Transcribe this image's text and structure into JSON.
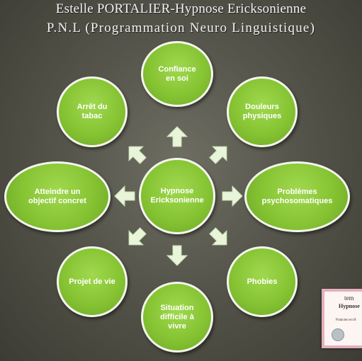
{
  "header": {
    "title_line1": "Estelle PORTALIER-Hypnose Ericksonienne",
    "title_line2": "P.N.L (Programmation Neuro Linguistique)"
  },
  "diagram": {
    "center": {
      "line1": "Hypnose",
      "line2": "Ericksonienne"
    },
    "nodes": [
      {
        "id": "confiance",
        "line1": "Confiance",
        "line2": "en soi",
        "line3": ""
      },
      {
        "id": "douleurs",
        "line1": "Douleurs",
        "line2": "physiques",
        "line3": ""
      },
      {
        "id": "problemes",
        "line1": "Problèmes",
        "line2": "psychosomatiques",
        "line3": ""
      },
      {
        "id": "phobies",
        "line1": "Phobies",
        "line2": "",
        "line3": ""
      },
      {
        "id": "situation",
        "line1": "Situation",
        "line2": "difficile à",
        "line3": "vivre"
      },
      {
        "id": "projet",
        "line1": "Projet de vie",
        "line2": "",
        "line3": ""
      },
      {
        "id": "objectif",
        "line1": "Atteindre un",
        "line2": "objectif concret",
        "line3": ""
      },
      {
        "id": "tabac",
        "line1": "Arrêt du",
        "line2": "tabac",
        "line3": ""
      }
    ],
    "colors": {
      "node_fill": "#86c433",
      "node_border": "#f4f7ee",
      "arrow_fill": "#e8f5d8",
      "background": "#55554b"
    }
  },
  "certificate": {
    "line1": "tem",
    "line2": "Hypnose",
    "line3": "Praticien en H"
  }
}
